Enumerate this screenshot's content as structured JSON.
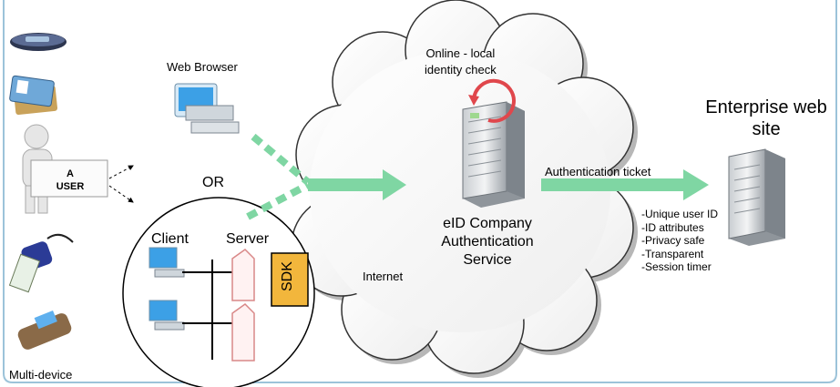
{
  "labels": {
    "web_browser": "Web Browser",
    "or": "OR",
    "client": "Client",
    "server": "Server",
    "sdk": "SDK",
    "internet": "Internet",
    "online_check": [
      "Online - local",
      "identity check"
    ],
    "service": [
      "eID Company",
      "Authentication",
      "Service"
    ],
    "auth_ticket": "Authentication ticket",
    "enterprise": [
      "Enterprise web",
      "site"
    ],
    "user_sign": [
      "A",
      "USER"
    ],
    "multi_device": "Multi-device"
  },
  "benefits": [
    "-Unique user ID",
    "-ID attributes",
    "-Privacy safe",
    "-Transparent",
    "-Session timer"
  ],
  "icons": [
    "usb-token-icon",
    "id-card-icon",
    "user-figure-icon",
    "card-reader-icon",
    "mobile-phone-icon",
    "desktop-computer-icon",
    "server-tower-icon",
    "rack-server-icon",
    "refresh-cycle-icon",
    "cloud-icon"
  ],
  "colors": {
    "arrow": "#7fd6a3",
    "border": "#9cc3d9",
    "sdk": "#f2b63c",
    "cycle": "#e0474c"
  }
}
